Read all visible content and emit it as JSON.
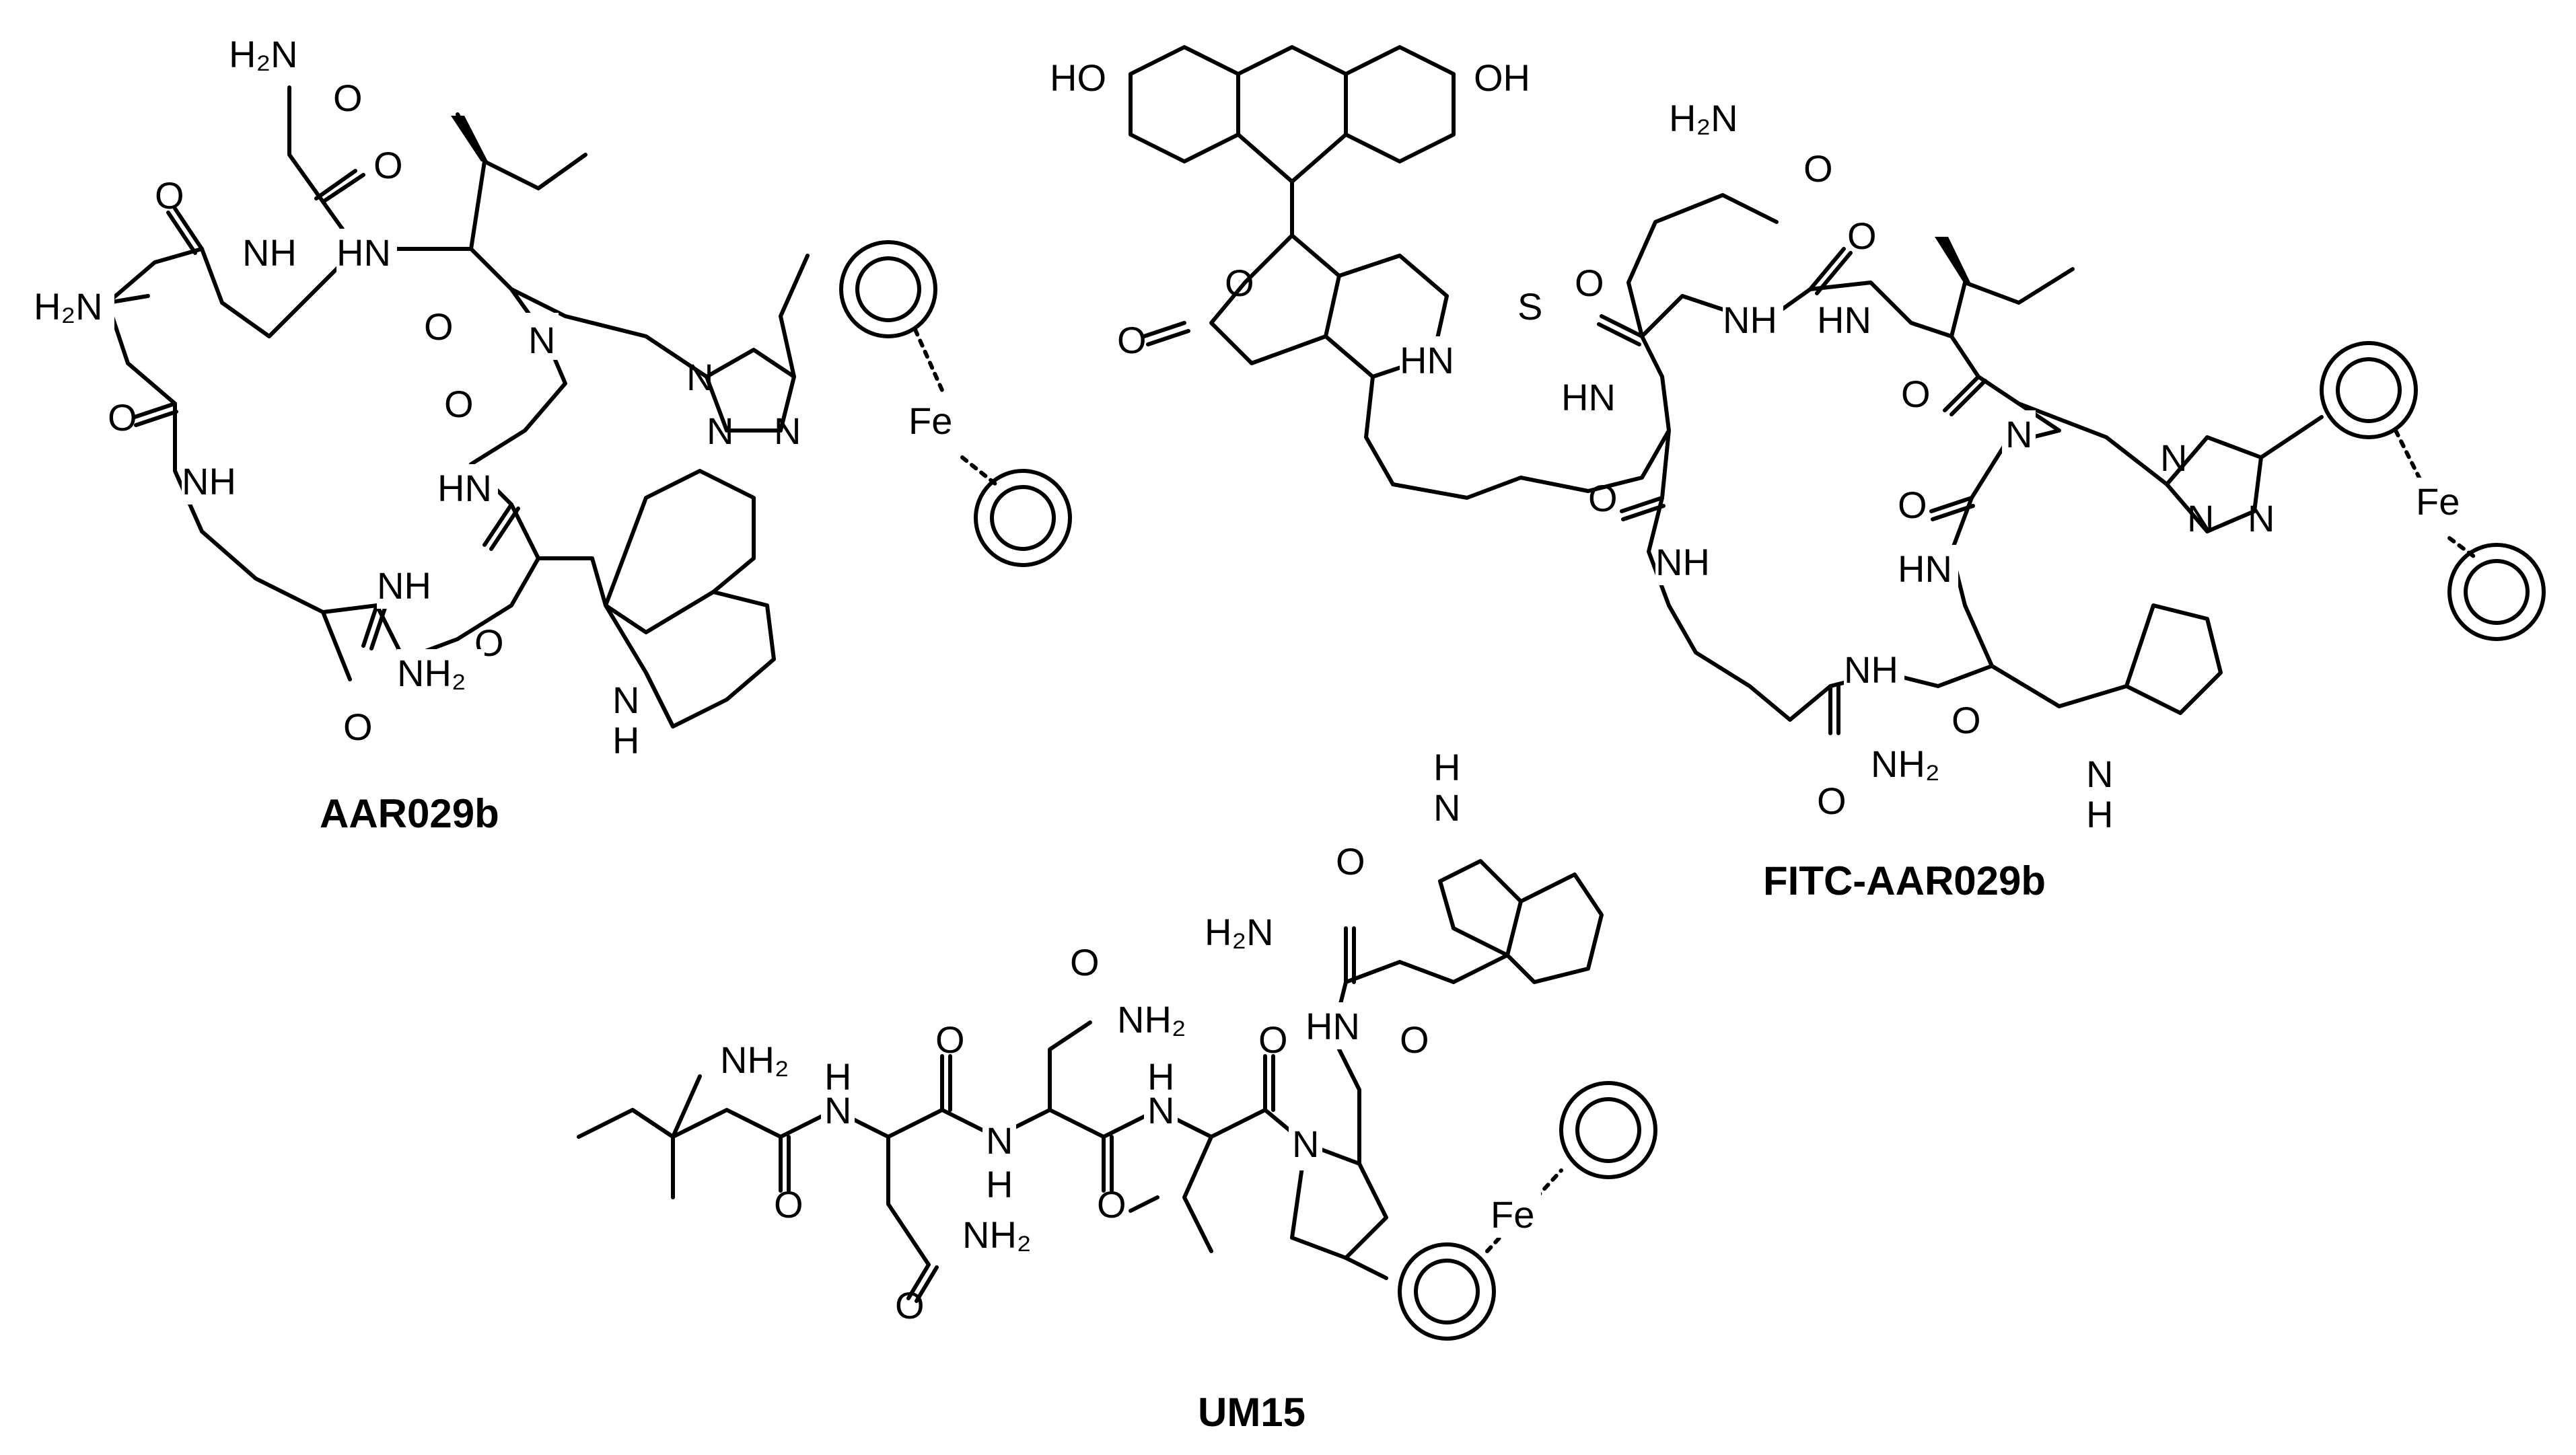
{
  "figure": {
    "compounds": [
      {
        "id": "aar029b",
        "caption": "AAR029b"
      },
      {
        "id": "fitc-aar029b",
        "caption": "FITC-AAR029b"
      },
      {
        "id": "um15",
        "caption": "UM15"
      }
    ],
    "atom_labels": {
      "h2n": "H₂N",
      "nh2": "NH₂",
      "o": "O",
      "nh": "NH",
      "hn": "HN",
      "n": "N",
      "h": "H",
      "fe": "Fe",
      "s": "S",
      "ho": "HO",
      "oh": "OH"
    }
  }
}
